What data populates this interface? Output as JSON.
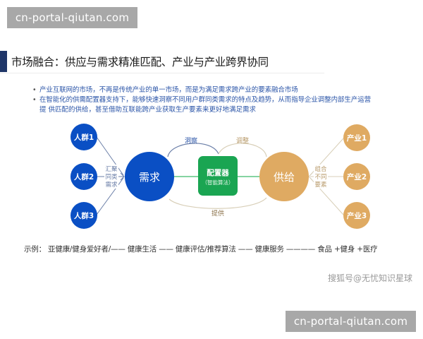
{
  "watermark": {
    "top_text": "cn-portal-qiutan.com",
    "bottom_text": "cn-portal-qiutan.com"
  },
  "title": "市场融合：供应与需求精准匹配、产业与产业跨界协同",
  "bullets": [
    {
      "text": "产业互联网的市场，不再是传统产业的单一市场，而是为满足需求跨产业的要素融合市场"
    },
    {
      "text": "在智能化的供需配置器支持下，能够快速洞察不同用户群同类需求的特点及趋势，从而指导企业调整内部生产运营",
      "continuation": "提 供匹配的供给，甚至借助互联能跨产业获取生产要素来更好地满足需求"
    }
  ],
  "diagram": {
    "colors": {
      "demand_blue": "#0a4fc4",
      "supply_gold": "#dfaa62",
      "configurator_green": "#1aa552",
      "line_blue": "#6b7fa8",
      "line_gold": "#d8cfb8",
      "line_green": "#3dbb6a"
    },
    "left_nodes": [
      "人群1",
      "人群2",
      "人群3"
    ],
    "left_connector_label": [
      "汇聚",
      "同类",
      "需求"
    ],
    "demand": "需求",
    "configurator": {
      "title": "配置器",
      "subtitle": "（智能算法）"
    },
    "supply": "供给",
    "right_connector_label": [
      "组合",
      "不同",
      "要素"
    ],
    "right_nodes": [
      "产业1",
      "产业2",
      "产业3"
    ],
    "arc_labels": {
      "insight": "洞察",
      "adjust": "调整",
      "provide": "提供"
    }
  },
  "example": "示例：  亚健康/健身爱好者/—— 健康生活 —— 健康评估/推荐算法 —— 健康服务 ———— 食品 +健身 +医疗",
  "credit": "搜狐号@无忧知识星球"
}
